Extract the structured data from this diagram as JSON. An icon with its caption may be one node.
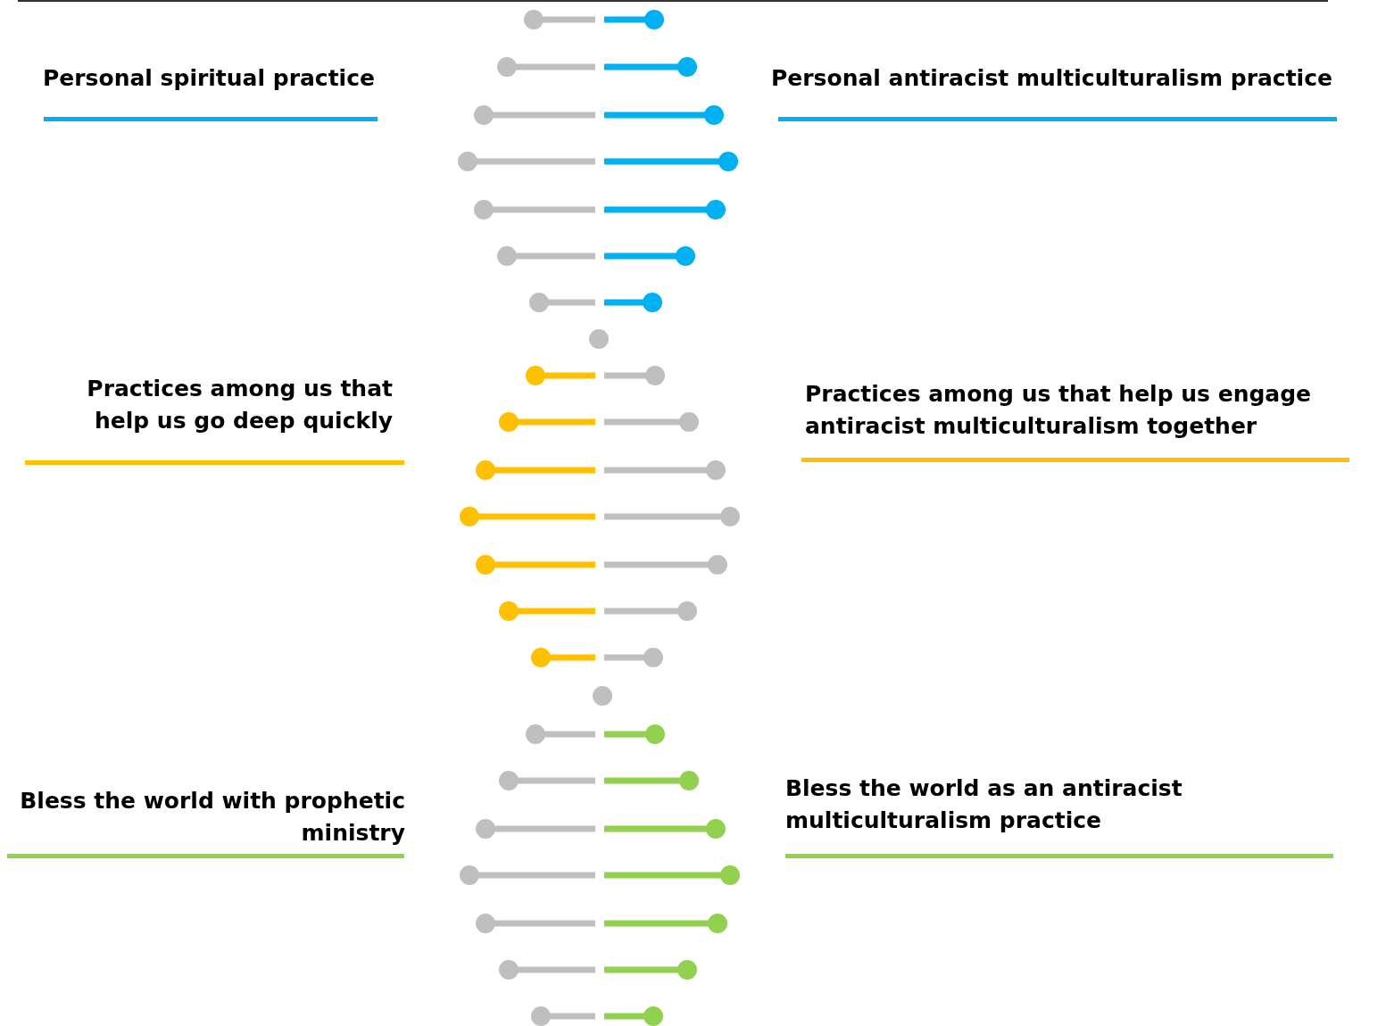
{
  "diagram": {
    "labels": [
      "Personal spiritual practice",
      "Personal antiracist multiculturalism practice",
      "Practices among us that help us go deep quickly",
      "Practices among us that help us engage antiracist multiculturalism together",
      "Bless the world with prophetic ministry",
      "Bless the world as an antiracist multiculturalism practice"
    ]
  }
}
